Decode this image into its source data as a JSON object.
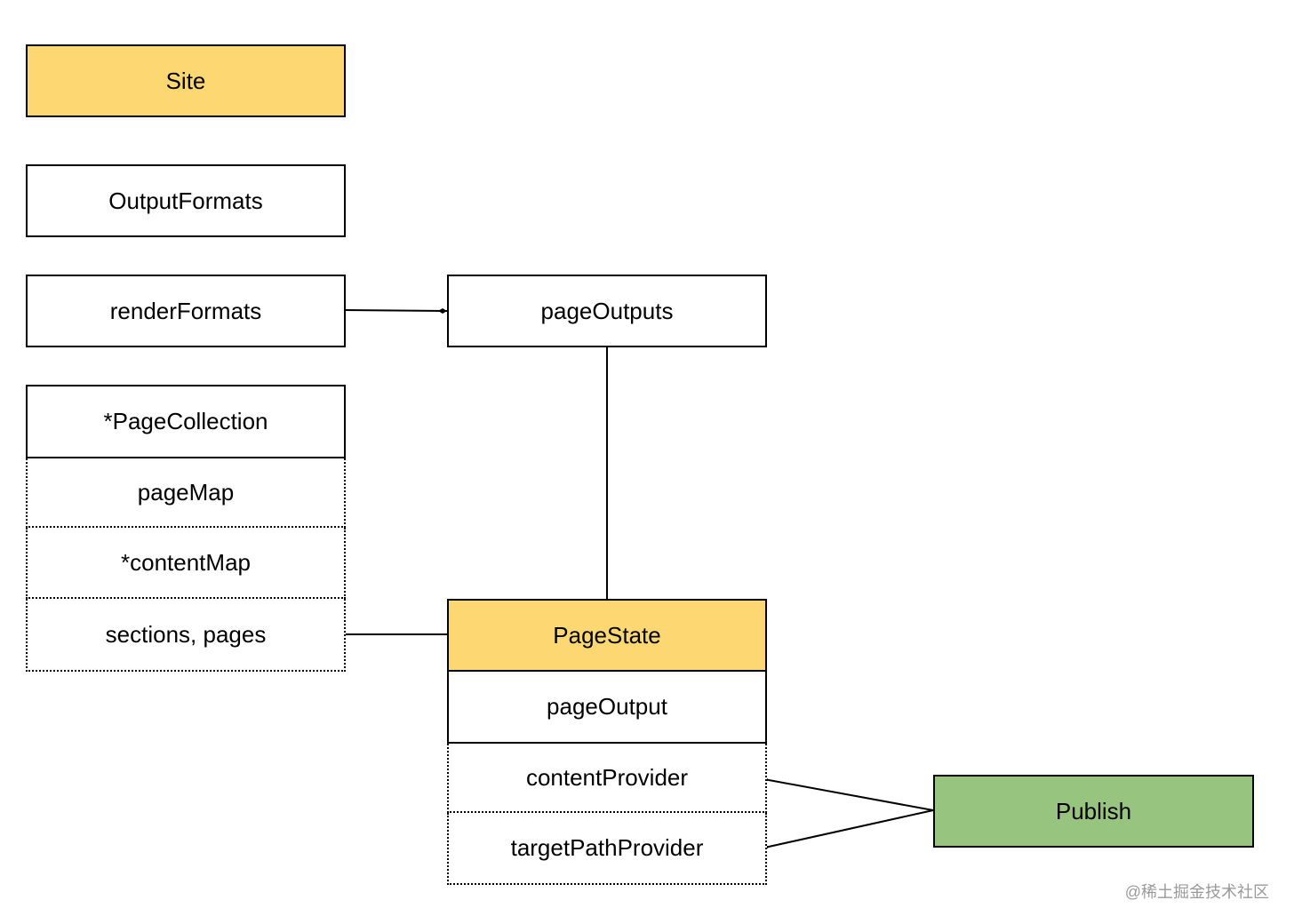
{
  "nodes": {
    "site": "Site",
    "output_formats": "OutputFormats",
    "render_formats": "renderFormats",
    "page_outputs": "pageOutputs",
    "page_collection": "*PageCollection",
    "page_map": "pageMap",
    "content_map": "*contentMap",
    "sections_pages": "sections, pages",
    "page_state": "PageState",
    "page_output": "pageOutput",
    "content_provider": "contentProvider",
    "target_path_provider": "targetPathProvider",
    "publish": "Publish"
  },
  "colors": {
    "highlight_yellow": "#fdd771",
    "publish_green": "#97c47e",
    "line": "#000000"
  },
  "watermark": "@稀土掘金技术社区"
}
